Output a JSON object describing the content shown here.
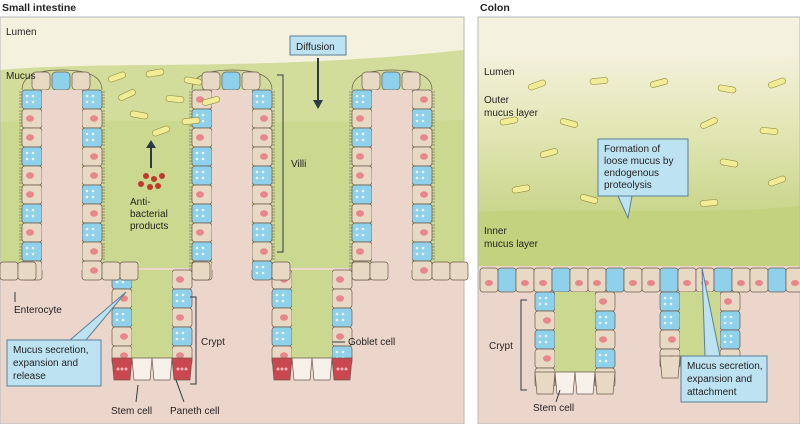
{
  "small_intestine": {
    "heading": "Small intestine",
    "lumen": "Lumen",
    "mucus": "Mucus",
    "diffusion": "Diffusion",
    "villi": "Villi",
    "antibacterial": [
      "Anti-",
      "bacterial",
      "products"
    ],
    "enterocyte": "Enterocyte",
    "crypt": "Crypt",
    "goblet_cell": "Goblet cell",
    "mucus_secretion": [
      "Mucus secretion,",
      "expansion and",
      "release"
    ],
    "stem_cell": "Stem cell",
    "paneth_cell": "Paneth cell"
  },
  "colon": {
    "heading": "Colon",
    "lumen": "Lumen",
    "outer_mucus": [
      "Outer",
      "mucus layer"
    ],
    "loose_mucus": [
      "Formation of",
      "loose mucus by",
      "endogenous",
      "proteolysis"
    ],
    "inner_mucus": [
      "Inner",
      "mucus layer"
    ],
    "crypt": "Crypt",
    "stem_cell": "Stem cell",
    "mucus_secretion": [
      "Mucus secretion,",
      "expansion and",
      "attachment"
    ]
  },
  "colors": {
    "lumen_bg": "#f3efd9",
    "mucus": "#cbd88f",
    "inner_mucus": "#bccd74",
    "tissue": "#ecd6cc",
    "enterocyte": "#e8d9c4",
    "nucleus": "#e8868a",
    "goblet": "#8fd0ea",
    "paneth": "#c9474f",
    "bacteria": "#f2ec96",
    "callout": "#bde3f2"
  }
}
